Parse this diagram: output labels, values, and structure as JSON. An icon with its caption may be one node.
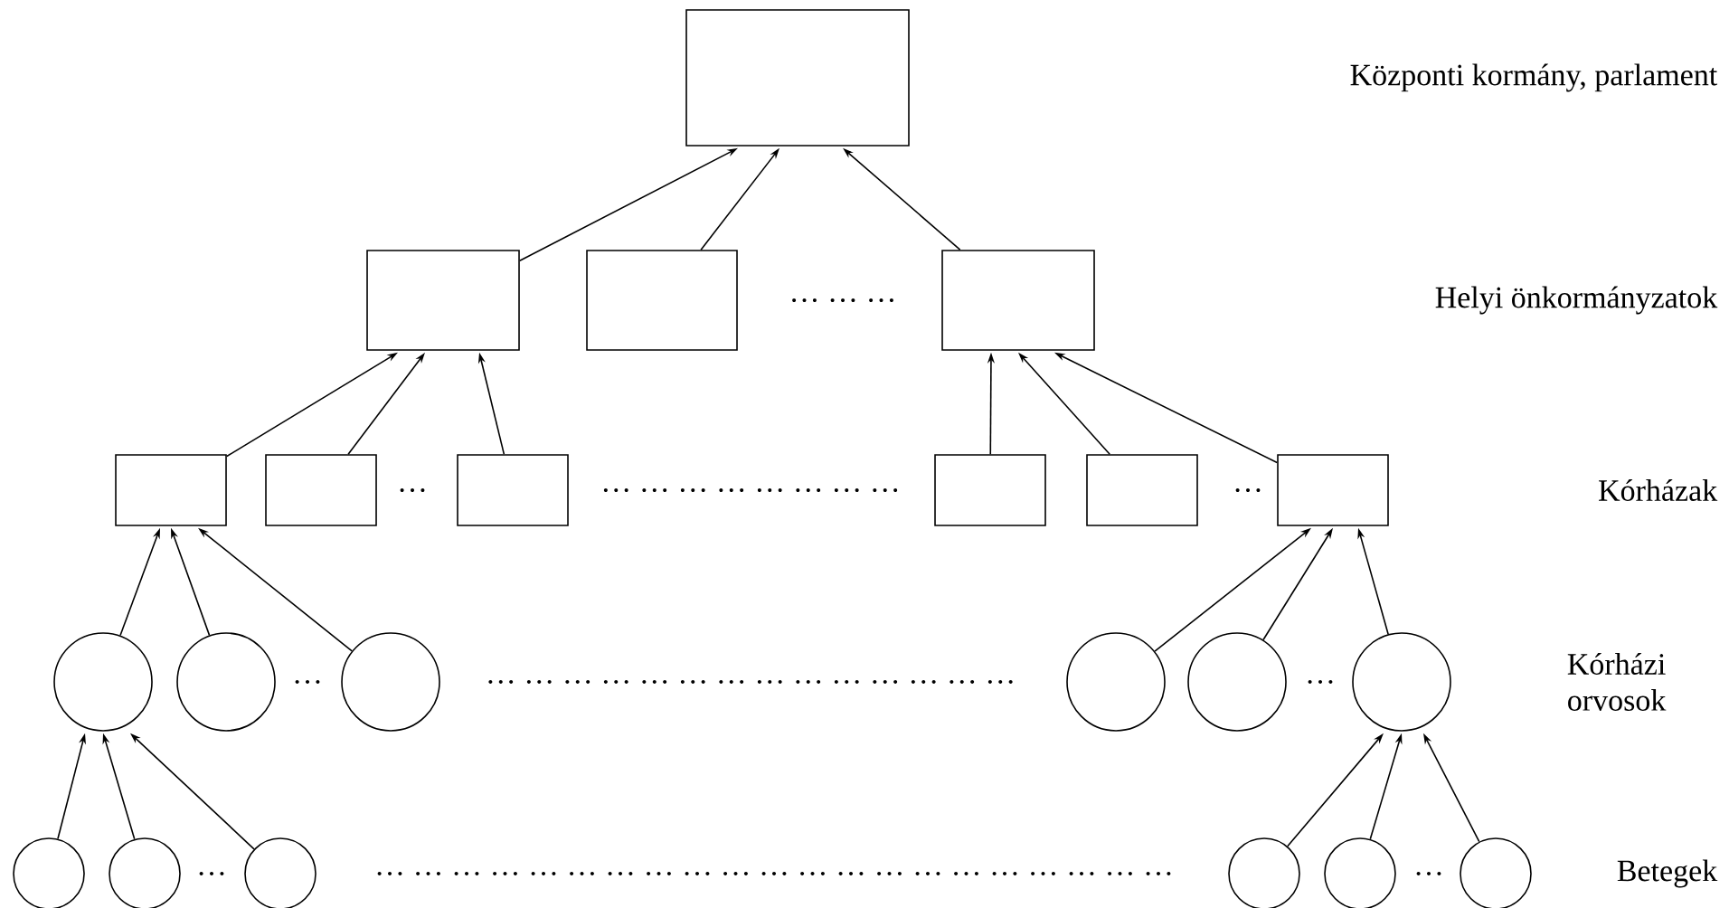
{
  "diagram": {
    "nodes": [
      {
        "text": [],
        "shape": "box"
      },
      {
        "text": [],
        "shape": "box"
      },
      {
        "text": [],
        "shape": "box"
      },
      {
        "text": [],
        "shape": "box"
      },
      {
        "text": [],
        "shape": "box"
      },
      {
        "text": [],
        "shape": "box"
      },
      {
        "text": [],
        "shape": "box"
      },
      {
        "text": [],
        "shape": "box"
      },
      {
        "text": [],
        "shape": "box"
      },
      {
        "text": [],
        "shape": "box"
      },
      {
        "text": [],
        "shape": "circle"
      },
      {
        "text": [],
        "shape": "circle"
      },
      {
        "text": [],
        "shape": "circle"
      },
      {
        "text": [],
        "shape": "circle"
      },
      {
        "text": [],
        "shape": "circle"
      },
      {
        "text": [],
        "shape": "circle"
      },
      {
        "text": [],
        "shape": "circle"
      },
      {
        "text": [],
        "shape": "circle"
      },
      {
        "text": [],
        "shape": "circle"
      },
      {
        "text": [],
        "shape": "circle"
      },
      {
        "text": [],
        "shape": "circle"
      },
      {
        "text": [],
        "shape": "circle"
      }
    ],
    "edges": [
      {
        "from": 1,
        "to": 0,
        "arrow": "to"
      },
      {
        "from": 2,
        "to": 0,
        "arrow": "to"
      },
      {
        "from": 3,
        "to": 0,
        "arrow": "to"
      },
      {
        "from": 4,
        "to": 1,
        "arrow": "to"
      },
      {
        "from": 5,
        "to": 1,
        "arrow": "to"
      },
      {
        "from": 6,
        "to": 1,
        "arrow": "to"
      },
      {
        "from": 7,
        "to": 3,
        "arrow": "to"
      },
      {
        "from": 8,
        "to": 3,
        "arrow": "to"
      },
      {
        "from": 9,
        "to": 3,
        "arrow": "to"
      },
      {
        "from": 10,
        "to": 4,
        "arrow": "to"
      },
      {
        "from": 11,
        "to": 4,
        "arrow": "to"
      },
      {
        "from": 12,
        "to": 4,
        "arrow": "to"
      },
      {
        "from": 13,
        "to": 9,
        "arrow": "to"
      },
      {
        "from": 14,
        "to": 9,
        "arrow": "to"
      },
      {
        "from": 15,
        "to": 9,
        "arrow": "to"
      },
      {
        "from": 16,
        "to": 10,
        "arrow": "to"
      },
      {
        "from": 17,
        "to": 10,
        "arrow": "to"
      },
      {
        "from": 18,
        "to": 10,
        "arrow": "to"
      },
      {
        "from": 19,
        "to": 15,
        "arrow": "to"
      },
      {
        "from": 20,
        "to": 15,
        "arrow": "to"
      },
      {
        "from": 21,
        "to": 15,
        "arrow": "to"
      }
    ],
    "labels": [
      "Központi kormány, parlament",
      "… … …",
      "Helyi önkormányzatok",
      "…",
      "… … … … … … … …",
      "…",
      "Kórházak",
      "…",
      "… … … … … … … … … … … … … …",
      "…",
      "Kórházi orvosok",
      "…",
      "… … … … … … … … … … … … … … … … … … … … …",
      "…",
      "Betegek"
    ]
  }
}
